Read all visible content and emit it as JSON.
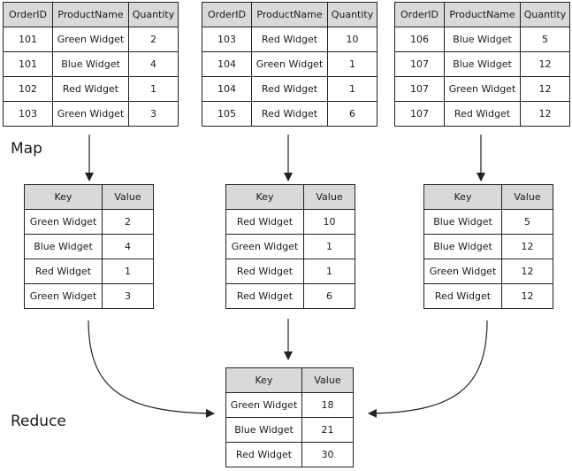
{
  "colors": {
    "header_fill": "#d9d9d9",
    "line": "#222222"
  },
  "labels": {
    "map": "Map",
    "reduce": "Reduce"
  },
  "input_tables": [
    {
      "headers": [
        "OrderID",
        "ProductName",
        "Quantity"
      ],
      "rows": [
        [
          "101",
          "Green Widget",
          "2"
        ],
        [
          "101",
          "Blue Widget",
          "4"
        ],
        [
          "102",
          "Red Widget",
          "1"
        ],
        [
          "103",
          "Green Widget",
          "3"
        ]
      ]
    },
    {
      "headers": [
        "OrderID",
        "ProductName",
        "Quantity"
      ],
      "rows": [
        [
          "103",
          "Red Widget",
          "10"
        ],
        [
          "104",
          "Green Widget",
          "1"
        ],
        [
          "104",
          "Red Widget",
          "1"
        ],
        [
          "105",
          "Red Widget",
          "6"
        ]
      ]
    },
    {
      "headers": [
        "OrderID",
        "ProductName",
        "Quantity"
      ],
      "rows": [
        [
          "106",
          "Blue Widget",
          "5"
        ],
        [
          "107",
          "Blue Widget",
          "12"
        ],
        [
          "107",
          "Green Widget",
          "12"
        ],
        [
          "107",
          "Red Widget",
          "12"
        ]
      ]
    }
  ],
  "map_tables": [
    {
      "headers": [
        "Key",
        "Value"
      ],
      "rows": [
        [
          "Green Widget",
          "2"
        ],
        [
          "Blue Widget",
          "4"
        ],
        [
          "Red Widget",
          "1"
        ],
        [
          "Green Widget",
          "3"
        ]
      ]
    },
    {
      "headers": [
        "Key",
        "Value"
      ],
      "rows": [
        [
          "Red Widget",
          "10"
        ],
        [
          "Green Widget",
          "1"
        ],
        [
          "Red Widget",
          "1"
        ],
        [
          "Red Widget",
          "6"
        ]
      ]
    },
    {
      "headers": [
        "Key",
        "Value"
      ],
      "rows": [
        [
          "Blue Widget",
          "5"
        ],
        [
          "Blue Widget",
          "12"
        ],
        [
          "Green Widget",
          "12"
        ],
        [
          "Red Widget",
          "12"
        ]
      ]
    }
  ],
  "reduce_table": {
    "headers": [
      "Key",
      "Value"
    ],
    "rows": [
      [
        "Green Widget",
        "18"
      ],
      [
        "Blue Widget",
        "21"
      ],
      [
        "Red Widget",
        "30"
      ]
    ]
  }
}
